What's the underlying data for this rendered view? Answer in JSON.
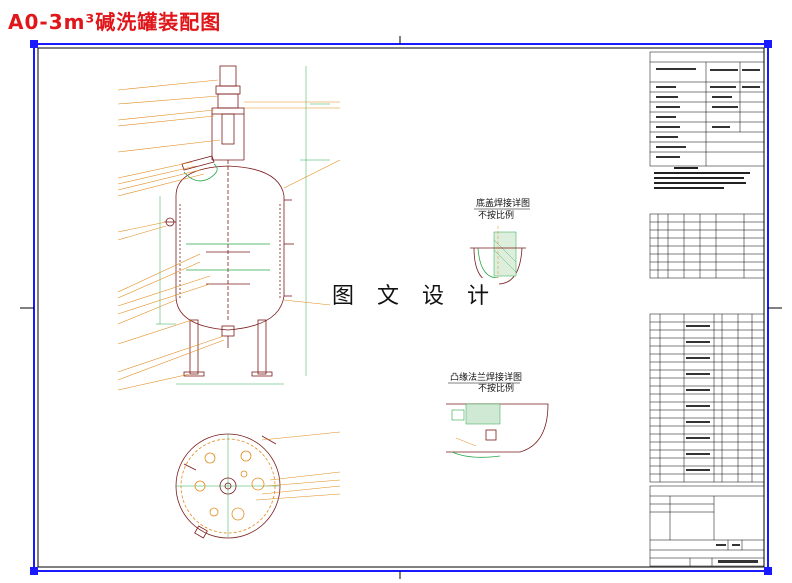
{
  "title": "A0-3m³碱洗罐装配图",
  "watermark": "图 文 设 计",
  "detail_views": [
    {
      "heading": "底盖焊接详图",
      "scale_note": "不按比例"
    },
    {
      "heading": "凸缘法兰焊接详图",
      "scale_note": "不按比例"
    }
  ],
  "colors": {
    "title": "#e0161a",
    "frame": "#1a1aff",
    "leader": "#e08a1a",
    "vessel": "#7a1a1a",
    "weld": "#2aa84a"
  }
}
